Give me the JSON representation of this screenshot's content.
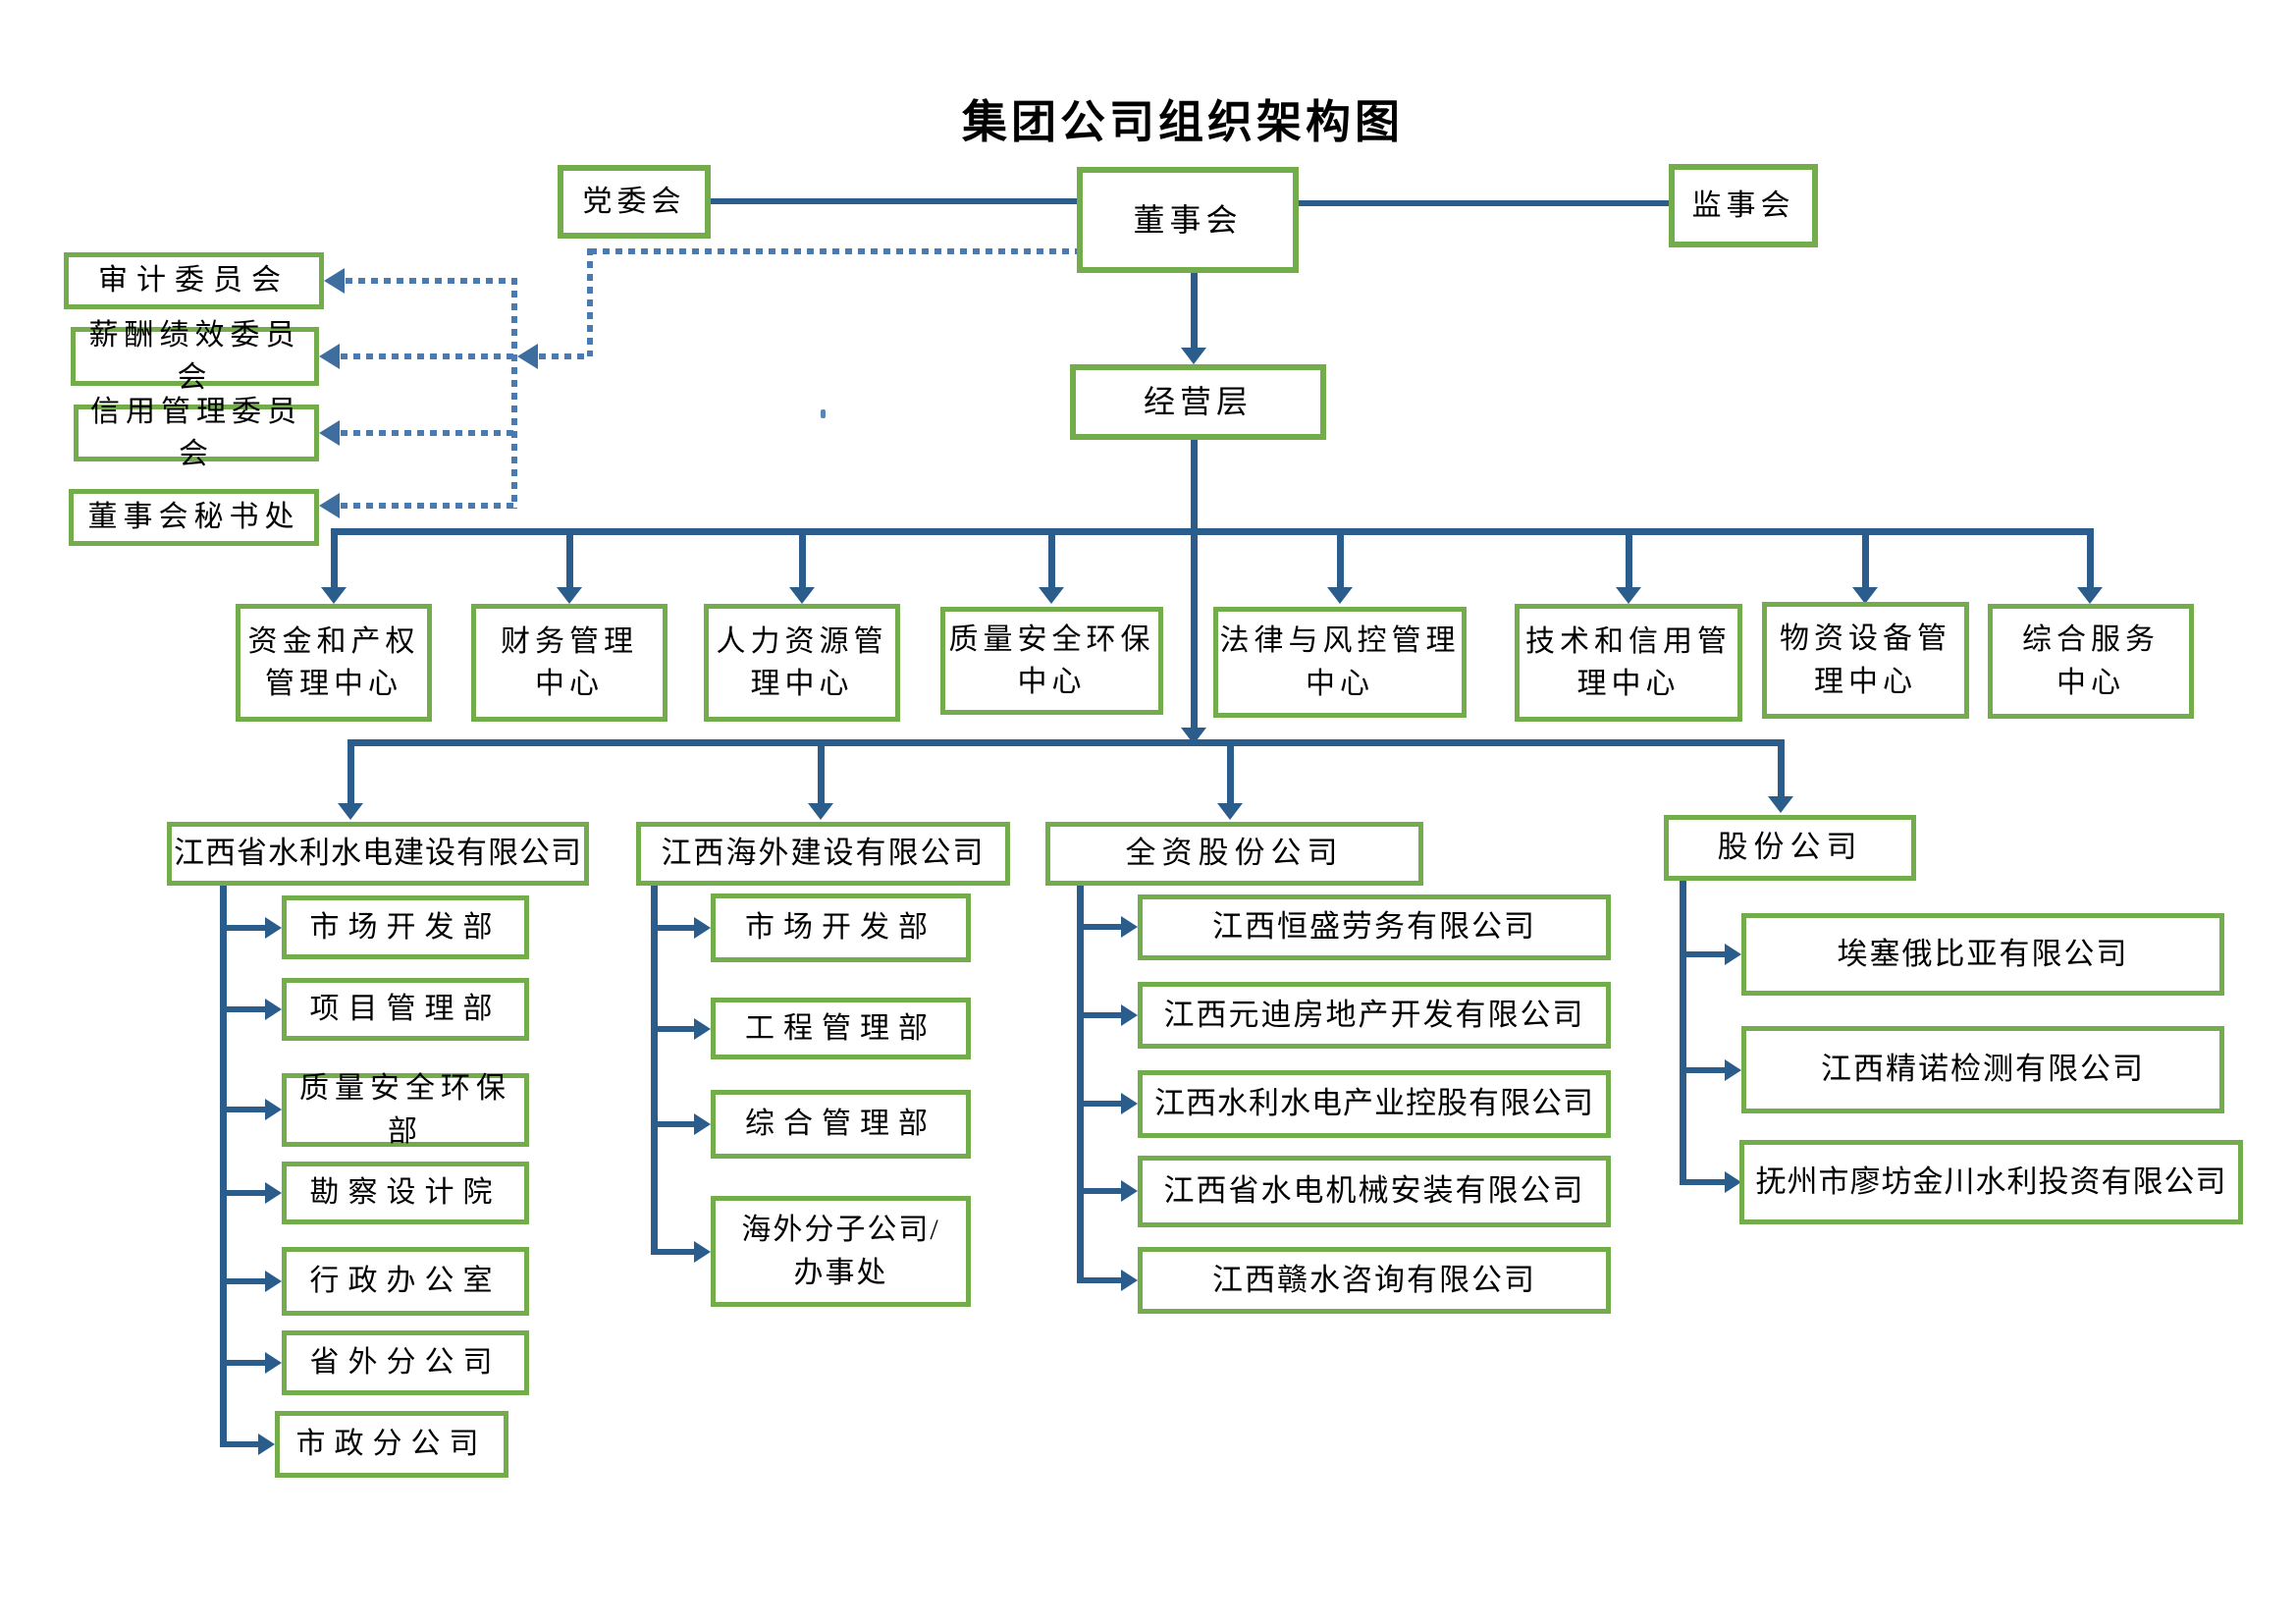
{
  "title": "集团公司组织架构图",
  "colors": {
    "box_border_green": "#72AC4B",
    "line_solid_blue": "#2B5D8C",
    "line_dotted_blue": "#4A7BB0",
    "text_color": "#000000"
  },
  "top_row": {
    "party_committee": "党委会",
    "board": "董事会",
    "supervisory_board": "监事会"
  },
  "management_layer": "经营层",
  "committees": [
    {
      "label": "审计委员会"
    },
    {
      "label": "薪酬绩效委员会"
    },
    {
      "label": "信用管理委员会"
    },
    {
      "label": "董事会秘书处"
    }
  ],
  "centers": [
    {
      "line1": "资金和产权",
      "line2": "管理中心"
    },
    {
      "line1": "财务管理",
      "line2": "中心"
    },
    {
      "line1": "人力资源管",
      "line2": "理中心"
    },
    {
      "line1": "质量安全环保",
      "line2": "中心"
    },
    {
      "line1": "法律与风控管理",
      "line2": "中心"
    },
    {
      "line1": "技术和信用管",
      "line2": "理中心"
    },
    {
      "line1": "物资设备管",
      "line2": "理中心"
    },
    {
      "line1": "综合服务",
      "line2": "中心"
    }
  ],
  "subsidiaries": [
    {
      "label": "江西省水利水电建设有限公司",
      "children": [
        {
          "label": "市场开发部"
        },
        {
          "label": "项目管理部"
        },
        {
          "label": "质量安全环保部"
        },
        {
          "label": "勘察设计院"
        },
        {
          "label": "行政办公室"
        },
        {
          "label": "省外分公司"
        },
        {
          "label": "市政分公司"
        }
      ]
    },
    {
      "label": "江西海外建设有限公司",
      "children": [
        {
          "label": "市场开发部"
        },
        {
          "label": "工程管理部"
        },
        {
          "label": "综合管理部"
        },
        {
          "label": "海外分子公司/",
          "label2": "办事处"
        }
      ]
    },
    {
      "label": "全资股份公司",
      "children": [
        {
          "label": "江西恒盛劳务有限公司"
        },
        {
          "label": "江西元迪房地产开发有限公司"
        },
        {
          "label": "江西水利水电产业控股有限公司"
        },
        {
          "label": "江西省水电机械安装有限公司"
        },
        {
          "label": "江西赣水咨询有限公司"
        }
      ]
    },
    {
      "label": "股份公司",
      "children": [
        {
          "label": "埃塞俄比亚有限公司"
        },
        {
          "label": "江西精诺检测有限公司"
        },
        {
          "label": "抚州市廖坊金川水利投资有限公司"
        }
      ]
    }
  ]
}
